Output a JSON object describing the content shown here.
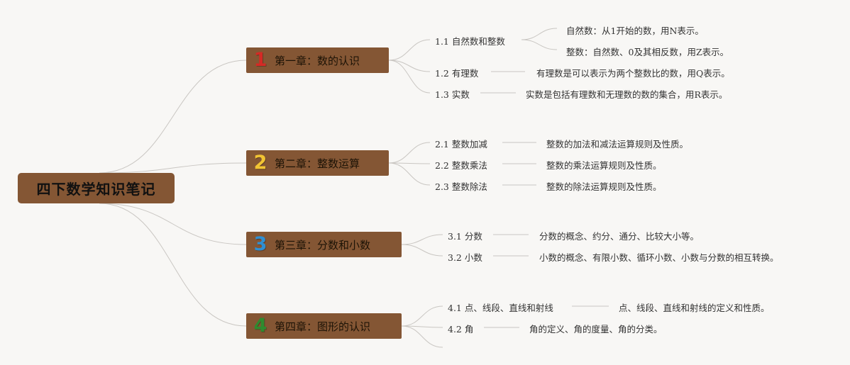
{
  "root": {
    "label": "四下数学知识笔记"
  },
  "chapters": [
    {
      "num": "1",
      "num_color": "#d42a25",
      "title": "第一章：数的认识",
      "subs": [
        {
          "label": "1.1 自然数和整数",
          "leaves": [
            "自然数：从1开始的数，用N表示。",
            "整数：自然数、0及其相反数，用Z表示。"
          ]
        },
        {
          "label": "1.2 有理数",
          "leaves": [
            "有理数是可以表示为两个整数比的数，用Q表示。"
          ]
        },
        {
          "label": "1.3 实数",
          "leaves": [
            "实数是包括有理数和无理数的数的集合，用R表示。"
          ]
        }
      ]
    },
    {
      "num": "2",
      "num_color": "#f2c433",
      "title": "第二章：整数运算",
      "subs": [
        {
          "label": "2.1 整数加减",
          "leaves": [
            "整数的加法和减法运算规则及性质。"
          ]
        },
        {
          "label": "2.2 整数乘法",
          "leaves": [
            "整数的乘法运算规则及性质。"
          ]
        },
        {
          "label": "2.3 整数除法",
          "leaves": [
            "整数的除法运算规则及性质。"
          ]
        }
      ]
    },
    {
      "num": "3",
      "num_color": "#2f8fd2",
      "title": "第三章：分数和小数",
      "subs": [
        {
          "label": "3.1 分数",
          "leaves": [
            "分数的概念、约分、通分、比较大小等。"
          ]
        },
        {
          "label": "3.2 小数",
          "leaves": [
            "小数的概念、有限小数、循环小数、小数与分数的相互转换。"
          ]
        }
      ]
    },
    {
      "num": "4",
      "num_color": "#2f8b2f",
      "title": "第四章：图形的认识",
      "subs": [
        {
          "label": "4.1 点、线段、直线和射线",
          "leaves": [
            "点、线段、直线和射线的定义和性质。"
          ]
        },
        {
          "label": "4.2 角",
          "leaves": [
            "角的定义、角的度量、角的分类。"
          ]
        }
      ]
    }
  ],
  "colors": {
    "node_bg": "#845634",
    "line": "#c9c6c2",
    "background": "#f8f7f5"
  }
}
